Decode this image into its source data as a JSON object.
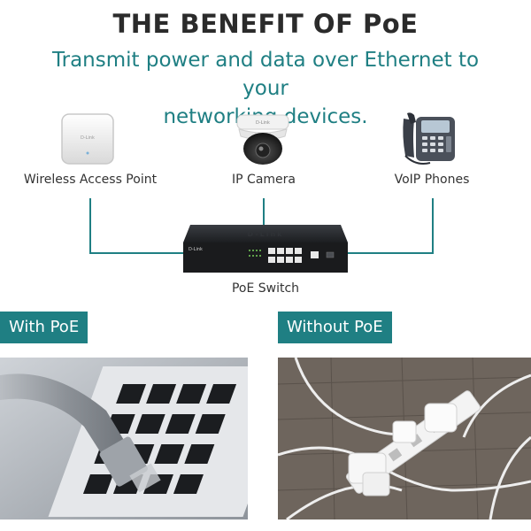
{
  "header": {
    "title": "THE BENEFIT OF PoE",
    "subtitle_line1": "Transmit power and data over Ethernet to your",
    "subtitle_line2": "networking devices."
  },
  "devices": [
    {
      "label": "Wireless Access Point",
      "icon": "access-point-icon"
    },
    {
      "label": "IP Camera",
      "icon": "dome-camera-icon"
    },
    {
      "label": "VoIP Phones",
      "icon": "voip-phone-icon"
    }
  ],
  "switch": {
    "label": "PoE Switch",
    "brand": "D-Link",
    "icon": "network-switch-icon"
  },
  "comparison": {
    "with_label": "With PoE",
    "without_label": "Without PoE"
  },
  "colors": {
    "accent": "#1f7f83",
    "title": "#2b2b2b"
  }
}
